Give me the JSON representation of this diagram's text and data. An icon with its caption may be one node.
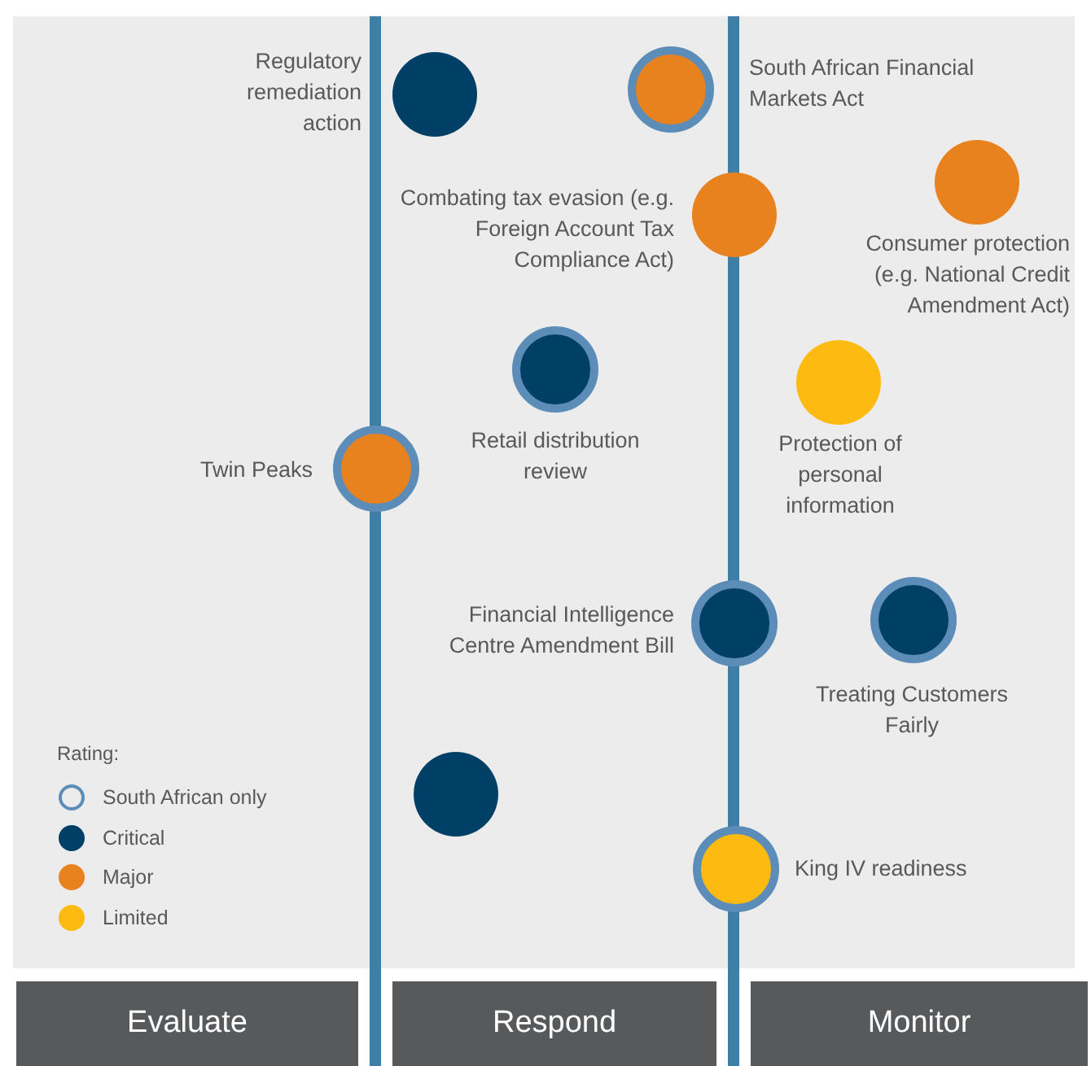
{
  "diagram": {
    "nodes": [
      {
        "text": [
          "Regulatory remediation action"
        ]
      },
      {
        "text": [
          "South African Financial Markets Act"
        ]
      },
      {
        "text": [
          "Combating tax evasion (e.g. Foreign Account Tax Compliance Act)"
        ]
      },
      {
        "text": [
          "Consumer protection (e.g. National Credit Amendment Act)"
        ]
      },
      {
        "text": [
          "Retail distribution review"
        ]
      },
      {
        "text": [
          "Protection of personal information"
        ]
      },
      {
        "text": [
          "Twin Peaks"
        ]
      },
      {
        "text": [
          "Financial Intelligence Centre Amendment Bill"
        ]
      },
      {
        "text": [
          "Treating Customers Fairly"
        ]
      },
      {
        "text": [],
        "shape": "circle"
      },
      {
        "text": [
          "King IV readiness"
        ]
      },
      {
        "text": [
          "Evaluate"
        ]
      },
      {
        "text": [
          "Respond"
        ]
      },
      {
        "text": [
          "Monitor"
        ]
      }
    ],
    "edges": [],
    "labels": [
      "Rating:"
    ],
    "legend": [
      {
        "text": "South African only"
      },
      {
        "text": "Critical",
        "color": "#003f66"
      },
      {
        "text": "Major",
        "color": "#e8821e"
      },
      {
        "text": "Limited",
        "color": "#fdbb12"
      }
    ]
  }
}
